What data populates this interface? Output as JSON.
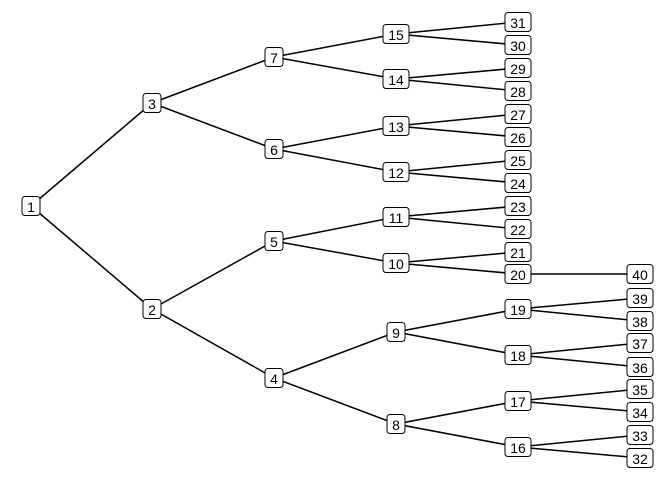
{
  "tree": {
    "nodes": [
      {
        "id": "1",
        "label": "1"
      },
      {
        "id": "2",
        "label": "2"
      },
      {
        "id": "3",
        "label": "3"
      },
      {
        "id": "4",
        "label": "4"
      },
      {
        "id": "5",
        "label": "5"
      },
      {
        "id": "6",
        "label": "6"
      },
      {
        "id": "7",
        "label": "7"
      },
      {
        "id": "8",
        "label": "8"
      },
      {
        "id": "9",
        "label": "9"
      },
      {
        "id": "10",
        "label": "10"
      },
      {
        "id": "11",
        "label": "11"
      },
      {
        "id": "12",
        "label": "12"
      },
      {
        "id": "13",
        "label": "13"
      },
      {
        "id": "14",
        "label": "14"
      },
      {
        "id": "15",
        "label": "15"
      },
      {
        "id": "16",
        "label": "16"
      },
      {
        "id": "17",
        "label": "17"
      },
      {
        "id": "18",
        "label": "18"
      },
      {
        "id": "19",
        "label": "19"
      },
      {
        "id": "20",
        "label": "20"
      },
      {
        "id": "21",
        "label": "21"
      },
      {
        "id": "22",
        "label": "22"
      },
      {
        "id": "23",
        "label": "23"
      },
      {
        "id": "24",
        "label": "24"
      },
      {
        "id": "25",
        "label": "25"
      },
      {
        "id": "26",
        "label": "26"
      },
      {
        "id": "27",
        "label": "27"
      },
      {
        "id": "28",
        "label": "28"
      },
      {
        "id": "29",
        "label": "29"
      },
      {
        "id": "30",
        "label": "30"
      },
      {
        "id": "31",
        "label": "31"
      },
      {
        "id": "32",
        "label": "32"
      },
      {
        "id": "33",
        "label": "33"
      },
      {
        "id": "34",
        "label": "34"
      },
      {
        "id": "35",
        "label": "35"
      },
      {
        "id": "36",
        "label": "36"
      },
      {
        "id": "37",
        "label": "37"
      },
      {
        "id": "38",
        "label": "38"
      },
      {
        "id": "39",
        "label": "39"
      },
      {
        "id": "40",
        "label": "40"
      }
    ],
    "edges": [
      [
        "1",
        "3"
      ],
      [
        "1",
        "2"
      ],
      [
        "3",
        "7"
      ],
      [
        "3",
        "6"
      ],
      [
        "2",
        "5"
      ],
      [
        "2",
        "4"
      ],
      [
        "7",
        "15"
      ],
      [
        "7",
        "14"
      ],
      [
        "6",
        "13"
      ],
      [
        "6",
        "12"
      ],
      [
        "5",
        "11"
      ],
      [
        "5",
        "10"
      ],
      [
        "4",
        "9"
      ],
      [
        "4",
        "8"
      ],
      [
        "15",
        "31"
      ],
      [
        "15",
        "30"
      ],
      [
        "14",
        "29"
      ],
      [
        "14",
        "28"
      ],
      [
        "13",
        "27"
      ],
      [
        "13",
        "26"
      ],
      [
        "12",
        "25"
      ],
      [
        "12",
        "24"
      ],
      [
        "11",
        "23"
      ],
      [
        "11",
        "22"
      ],
      [
        "10",
        "21"
      ],
      [
        "10",
        "20"
      ],
      [
        "9",
        "19"
      ],
      [
        "9",
        "18"
      ],
      [
        "8",
        "17"
      ],
      [
        "8",
        "16"
      ],
      [
        "20",
        "40"
      ],
      [
        "19",
        "39"
      ],
      [
        "19",
        "38"
      ],
      [
        "18",
        "37"
      ],
      [
        "18",
        "36"
      ],
      [
        "17",
        "35"
      ],
      [
        "17",
        "34"
      ],
      [
        "16",
        "33"
      ],
      [
        "16",
        "32"
      ]
    ]
  }
}
